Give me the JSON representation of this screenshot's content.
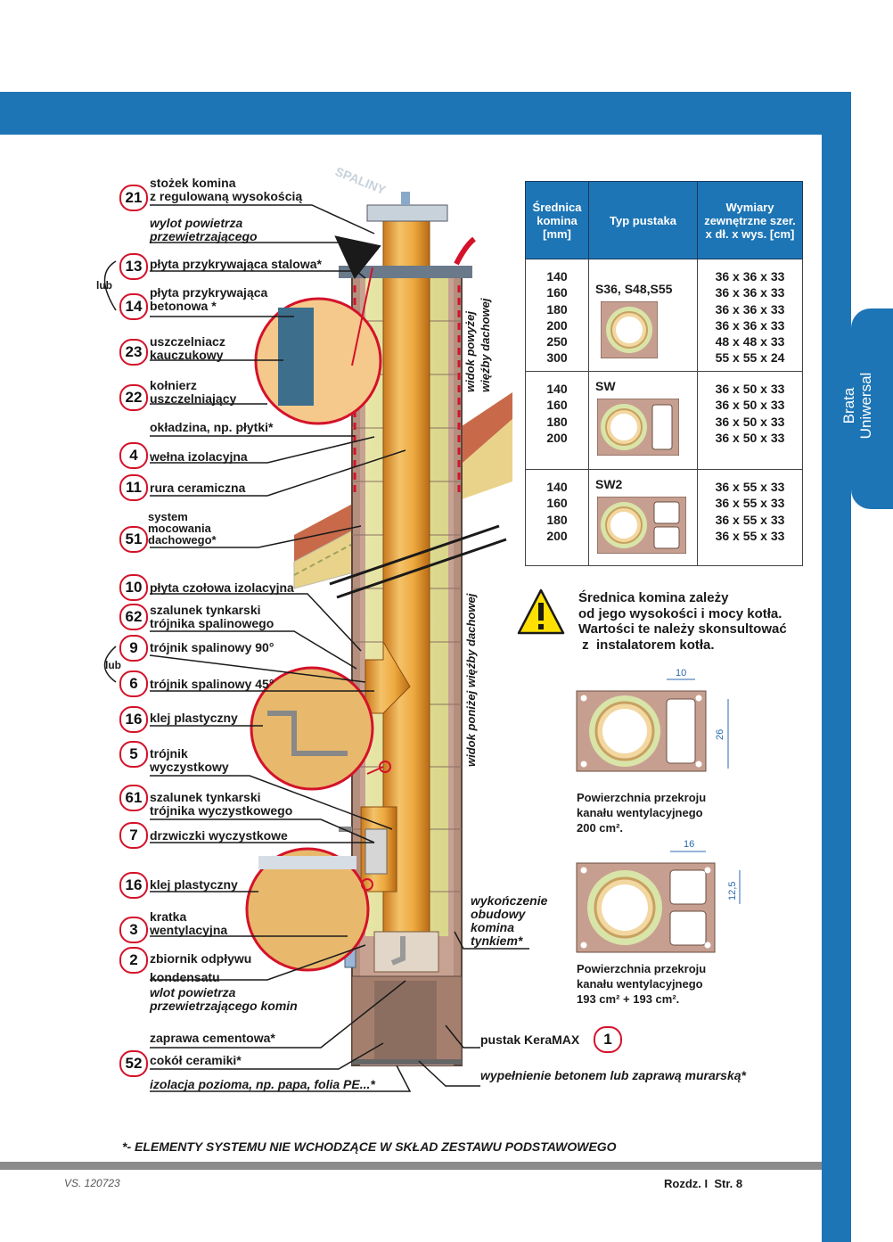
{
  "side_tab": {
    "line1": "Brata",
    "line2": "Uniwersal"
  },
  "diagram": {
    "smoke_label": "SPALINY",
    "view_above": [
      "widok powyżej",
      "więźby dachowej"
    ],
    "view_below": "widok poniżej więźby dachowej",
    "or_label": "lub",
    "callouts": [
      {
        "num": "21",
        "lines": [
          "stożek komina",
          "z regulowaną wysokością"
        ]
      },
      {
        "num": "",
        "lines": [
          "wylot powietrza",
          "przewietrzającego"
        ]
      },
      {
        "num": "13",
        "lines": [
          "płyta przykrywająca stalowa*"
        ]
      },
      {
        "num": "14",
        "lines": [
          "płyta przykrywająca",
          "betonowa *"
        ]
      },
      {
        "num": "23",
        "lines": [
          "uszczelniacz",
          "kauczukowy"
        ]
      },
      {
        "num": "22",
        "lines": [
          "kołnierz",
          "uszczelniający"
        ]
      },
      {
        "num": "",
        "lines": [
          "okładzina, np. płytki*"
        ]
      },
      {
        "num": "4",
        "lines": [
          "wełna izolacyjna"
        ]
      },
      {
        "num": "11",
        "lines": [
          "rura ceramiczna"
        ]
      },
      {
        "num": "51",
        "lines": [
          "system",
          "mocowania",
          "dachowego*"
        ]
      },
      {
        "num": "10",
        "lines": [
          "płyta czołowa izolacyjna"
        ]
      },
      {
        "num": "62",
        "lines": [
          "szalunek tynkarski",
          "trójnika spalinowego"
        ]
      },
      {
        "num": "9",
        "lines": [
          "trójnik spalinowy 90°"
        ]
      },
      {
        "num": "6",
        "lines": [
          "trójnik spalinowy 45°"
        ]
      },
      {
        "num": "16",
        "lines": [
          "klej plastyczny"
        ]
      },
      {
        "num": "5",
        "lines": [
          "trójnik",
          "wyczystkowy"
        ]
      },
      {
        "num": "61",
        "lines": [
          "szalunek tynkarski",
          "trójnika wyczystkowego"
        ]
      },
      {
        "num": "7",
        "lines": [
          "drzwiczki wyczystkowe"
        ]
      },
      {
        "num": "16",
        "lines": [
          "klej plastyczny"
        ]
      },
      {
        "num": "3",
        "lines": [
          "kratka",
          "wentylacyjna"
        ]
      },
      {
        "num": "2",
        "lines": [
          "zbiornik odpływu",
          "kondensatu"
        ]
      },
      {
        "num": "",
        "lines": [
          "wlot powietrza",
          "przewietrzającego komin"
        ]
      },
      {
        "num": "",
        "lines": [
          "zaprawa cementowa*"
        ]
      },
      {
        "num": "52",
        "lines": [
          "cokół ceramiki*"
        ]
      },
      {
        "num": "",
        "lines": [
          "izolacja pozioma, np. papa, folia PE...*"
        ]
      },
      {
        "num": "",
        "lines": [
          "wykończenie",
          "obudowy",
          "komina",
          "tynkiem*"
        ]
      },
      {
        "num": "1",
        "lines": [
          "pustak KeraMAX"
        ]
      },
      {
        "num": "",
        "lines": [
          "wypełnienie betonem lub zaprawą murarską*"
        ]
      }
    ]
  },
  "table": {
    "headers": [
      "Średnica komina [mm]",
      "Typ pustaka",
      "Wymiary zewnętrzne szer. x dł. x wys. [cm]"
    ],
    "rows": [
      {
        "diameters": [
          "140",
          "160",
          "180",
          "200",
          "250",
          "300"
        ],
        "type": "S36, S48,S55",
        "dims": [
          "36 x 36 x 33",
          "36 x 36 x 33",
          "36 x 36 x 33",
          "36 x 36 x 33",
          "48 x 48 x 33",
          "55 x 55 x 24"
        ]
      },
      {
        "diameters": [
          "140",
          "160",
          "180",
          "200"
        ],
        "type": "SW",
        "dims": [
          "36 x 50 x 33",
          "36 x 50 x 33",
          "36 x 50 x 33",
          "36 x 50 x 33"
        ]
      },
      {
        "diameters": [
          "140",
          "160",
          "180",
          "200"
        ],
        "type": "SW2",
        "dims": [
          "36 x 55 x 33",
          "36 x 55 x 33",
          "36 x 55 x 33",
          "36 x 55 x 33"
        ]
      }
    ]
  },
  "warning": {
    "lines": [
      "Średnica komina zależy",
      "od jego wysokości i mocy kotła.",
      "Wartości te należy skonsultować",
      " z  instalatorem kotła."
    ]
  },
  "sections": [
    {
      "dims": [
        "10",
        "26"
      ],
      "caption": [
        "Powierzchnia przekroju",
        "kanału wentylacyjnego",
        "200 cm²."
      ]
    },
    {
      "dims": [
        "16",
        "12,5"
      ],
      "caption": [
        "Powierzchnia przekroju",
        "kanału wentylacyjnego",
        "193 cm² + 193 cm²."
      ]
    }
  ],
  "footnote": "*- ELEMENTY SYSTEMU NIE WCHODZĄCE W SKŁAD ZESTAWU PODSTAWOWEGO",
  "version": "VS. 120723",
  "page": "Rozdz. I  Str. 8",
  "colors": {
    "brand_blue": "#1d75b5",
    "accent_red": "#d4122a",
    "flue_orange": "#e8a33a",
    "block_brown": "#b58f7e"
  }
}
